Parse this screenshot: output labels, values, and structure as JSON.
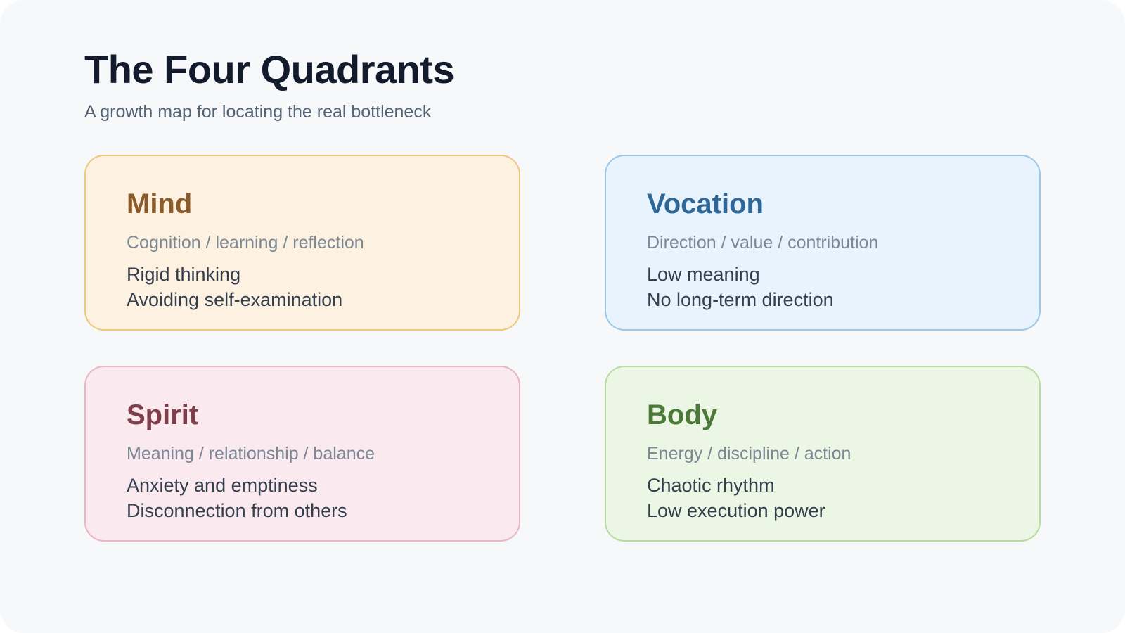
{
  "header": {
    "title": "The Four Quadrants",
    "subtitle": "A growth map for locating the real bottleneck"
  },
  "quadrants": [
    {
      "title": "Mind",
      "subtitle": "Cognition / learning / reflection",
      "items": [
        "Rigid thinking",
        "Avoiding self-examination"
      ],
      "accent_color": "#8b5a29",
      "background_color": "#fdf2e2",
      "border_color": "#efc87f"
    },
    {
      "title": "Vocation",
      "subtitle": "Direction / value / contribution",
      "items": [
        "Low meaning",
        "No long-term direction"
      ],
      "accent_color": "#2f6898",
      "background_color": "#e8f3fd",
      "border_color": "#9dc8e8"
    },
    {
      "title": "Spirit",
      "subtitle": "Meaning / relationship / balance",
      "items": [
        "Anxiety and emptiness",
        "Disconnection from others"
      ],
      "accent_color": "#7e3e4c",
      "background_color": "#fae9ee",
      "border_color": "#eab6c4"
    },
    {
      "title": "Body",
      "subtitle": "Energy / discipline / action",
      "items": [
        "Chaotic rhythm",
        "Low execution power"
      ],
      "accent_color": "#4b7a38",
      "background_color": "#ecf6e4",
      "border_color": "#b7dca0"
    }
  ]
}
